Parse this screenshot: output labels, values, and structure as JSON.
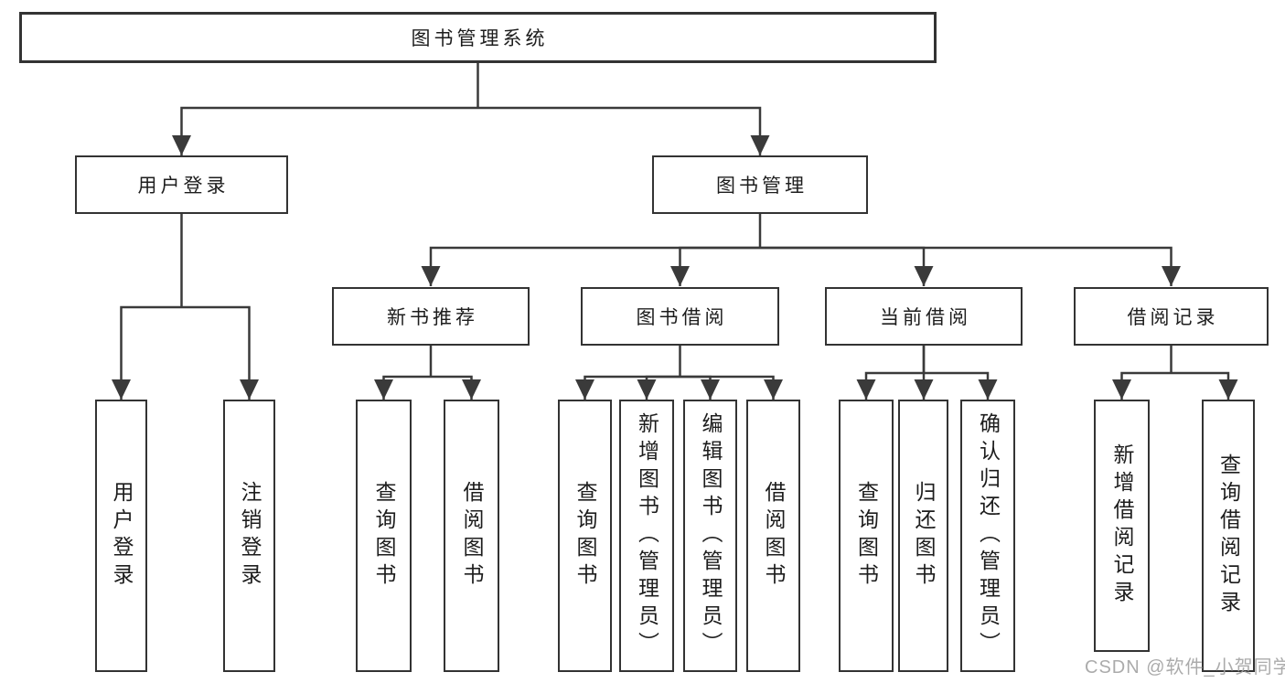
{
  "diagram_title": "图书管理系统",
  "tree": {
    "label": "图书管理系统",
    "children": [
      {
        "label": "用户登录",
        "children": [
          {
            "label": "用户登录"
          },
          {
            "label": "注销登录"
          }
        ]
      },
      {
        "label": "图书管理",
        "children": [
          {
            "label": "新书推荐",
            "children": [
              {
                "label": "查询图书"
              },
              {
                "label": "借阅图书"
              }
            ]
          },
          {
            "label": "图书借阅",
            "children": [
              {
                "label": "查询图书"
              },
              {
                "label": "新增图书（管理员）"
              },
              {
                "label": "编辑图书（管理员）"
              },
              {
                "label": "借阅图书"
              }
            ]
          },
          {
            "label": "当前借阅",
            "children": [
              {
                "label": "查询图书"
              },
              {
                "label": "归还图书"
              },
              {
                "label": "确认归还（管理员）"
              }
            ]
          },
          {
            "label": "借阅记录",
            "children": [
              {
                "label": "新增借阅记录"
              },
              {
                "label": "查询借阅记录"
              }
            ]
          }
        ]
      }
    ]
  },
  "watermark": {
    "text": "CSDN @软件_小贺同学"
  },
  "colors": {
    "line": "#3a3a3a",
    "box_border": "#333333",
    "text": "#1d1d1d",
    "watermark": "#a0a0a0",
    "background": "#ffffff"
  }
}
